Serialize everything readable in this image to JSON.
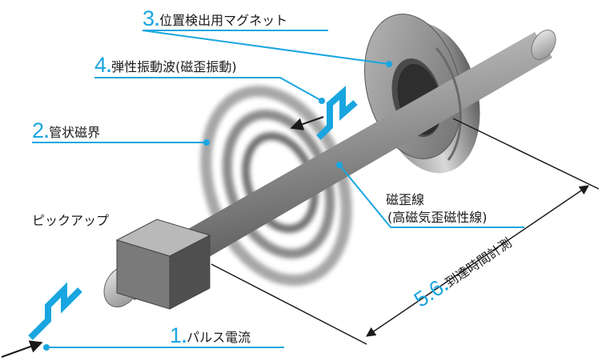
{
  "labels": {
    "magnet": {
      "num": "3",
      "dot": ".",
      "text": "位置検出用マグネット"
    },
    "wave": {
      "num": "4",
      "dot": ".",
      "text": "弾性振動波(磁歪振動)"
    },
    "field": {
      "num": "2",
      "dot": ".",
      "text": "管状磁界"
    },
    "pulse": {
      "num": "1",
      "dot": ".",
      "text": "パルス電流"
    },
    "timing": {
      "num": "5.6",
      "dot": ".",
      "text": "到達時間計測"
    },
    "pickup": "ピックアップ",
    "wire_1": "磁歪線",
    "wire_2": "(高磁気歪磁性線)"
  },
  "colors": {
    "accent": "#19a6e0",
    "line": "#1a1a1a"
  }
}
